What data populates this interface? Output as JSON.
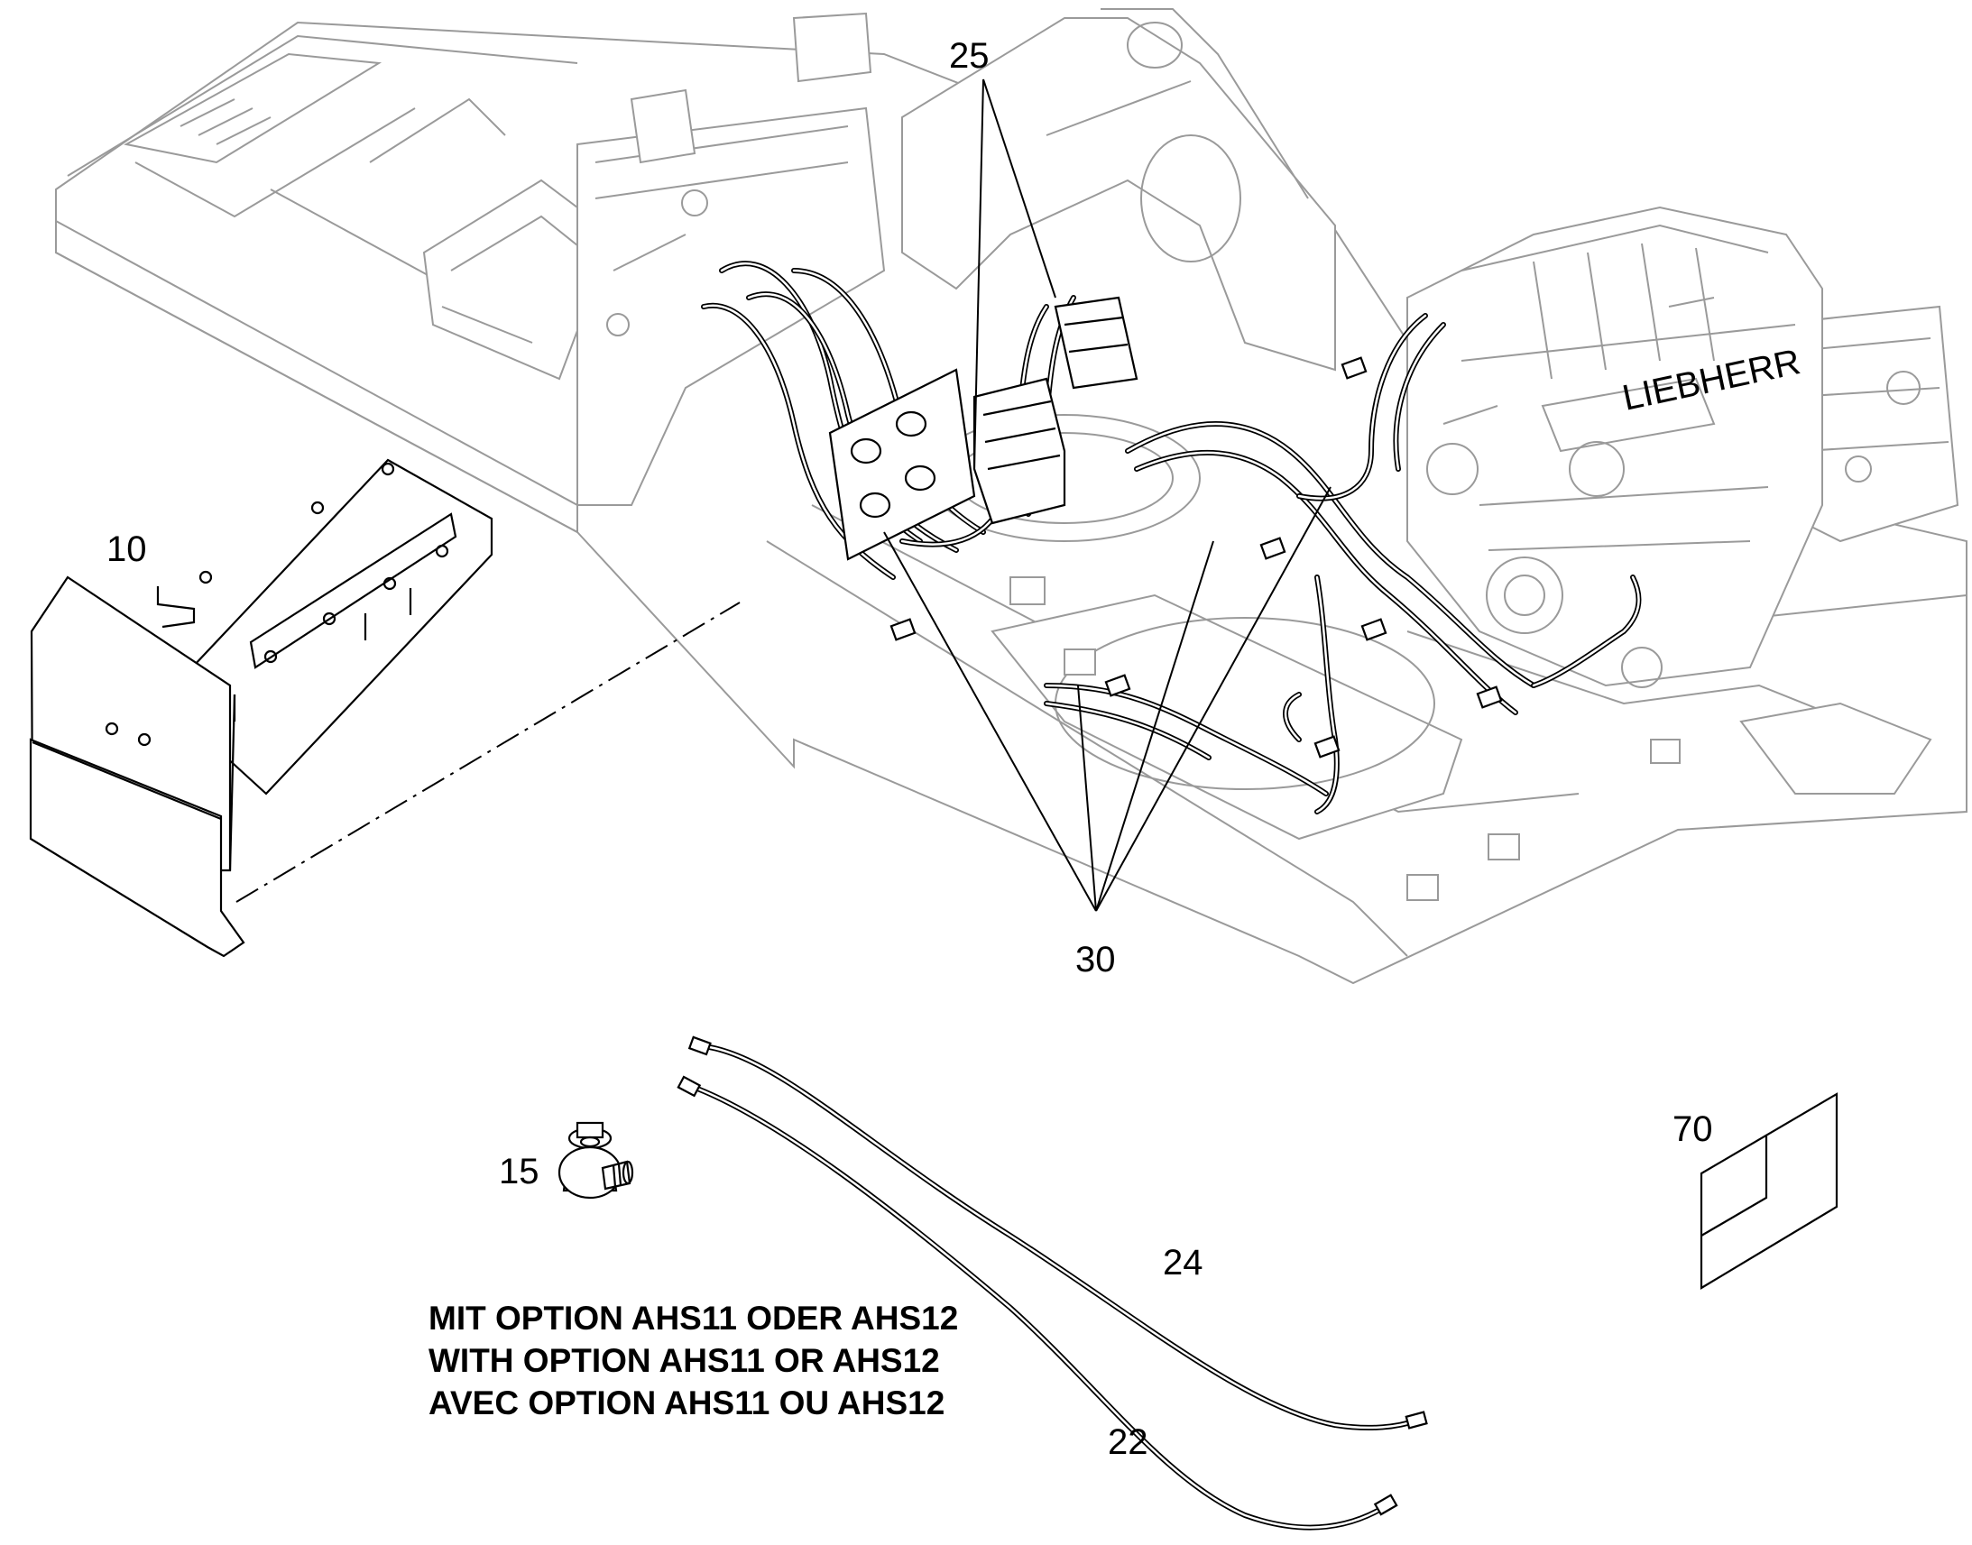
{
  "callouts": {
    "c10": "10",
    "c15": "15",
    "c22": "22",
    "c24": "24",
    "c25": "25",
    "c30": "30",
    "c70": "70"
  },
  "option_note": {
    "line_de": "MIT OPTION AHS11 ODER AHS12",
    "line_en": "WITH OPTION AHS11 OR AHS12",
    "line_fr": "AVEC OPTION AHS11 OU AHS12"
  },
  "engine_brand": "LIEBHERR",
  "colors": {
    "line_art": "#000000",
    "background_art": "#9a9a9a",
    "background": "#ffffff"
  }
}
